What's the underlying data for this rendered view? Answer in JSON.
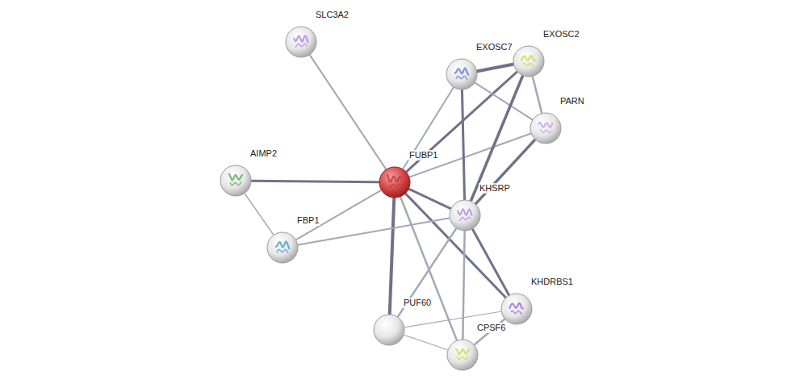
{
  "diagram": {
    "nodes": [
      {
        "text": [
          "SLC3A2"
        ]
      },
      {
        "text": [
          "EXOSC7"
        ]
      },
      {
        "text": [
          "EXOSC2"
        ]
      },
      {
        "text": [
          "PARN"
        ]
      },
      {
        "text": [
          "AIMP2"
        ]
      },
      {
        "text": [
          "FUBP1"
        ]
      },
      {
        "text": [
          "KHSRP"
        ]
      },
      {
        "text": [
          "FBP1"
        ]
      },
      {
        "text": [
          "KHDRBS1"
        ]
      },
      {
        "text": [
          "PUF60"
        ]
      },
      {
        "text": [
          "CPSF6"
        ]
      }
    ],
    "edges": [
      {
        "from": 5,
        "to": 0,
        "arrow": "none"
      },
      {
        "from": 5,
        "to": 4,
        "arrow": "none"
      },
      {
        "from": 5,
        "to": 7,
        "arrow": "none"
      },
      {
        "from": 5,
        "to": 1,
        "arrow": "none"
      },
      {
        "from": 5,
        "to": 2,
        "arrow": "none"
      },
      {
        "from": 5,
        "to": 3,
        "arrow": "none"
      },
      {
        "from": 5,
        "to": 6,
        "arrow": "none"
      },
      {
        "from": 5,
        "to": 9,
        "arrow": "none"
      },
      {
        "from": 5,
        "to": 10,
        "arrow": "none"
      },
      {
        "from": 5,
        "to": 8,
        "arrow": "none"
      },
      {
        "from": 4,
        "to": 7,
        "arrow": "none"
      },
      {
        "from": 7,
        "to": 6,
        "arrow": "none"
      },
      {
        "from": 1,
        "to": 2,
        "arrow": "none"
      },
      {
        "from": 1,
        "to": 3,
        "arrow": "none"
      },
      {
        "from": 1,
        "to": 6,
        "arrow": "none"
      },
      {
        "from": 2,
        "to": 3,
        "arrow": "none"
      },
      {
        "from": 2,
        "to": 6,
        "arrow": "none"
      },
      {
        "from": 3,
        "to": 6,
        "arrow": "none"
      },
      {
        "from": 6,
        "to": 9,
        "arrow": "none"
      },
      {
        "from": 6,
        "to": 10,
        "arrow": "none"
      },
      {
        "from": 6,
        "to": 8,
        "arrow": "none"
      },
      {
        "from": 9,
        "to": 8,
        "arrow": "none"
      },
      {
        "from": 9,
        "to": 10,
        "arrow": "none"
      },
      {
        "from": 10,
        "to": 8,
        "arrow": "none"
      }
    ]
  }
}
